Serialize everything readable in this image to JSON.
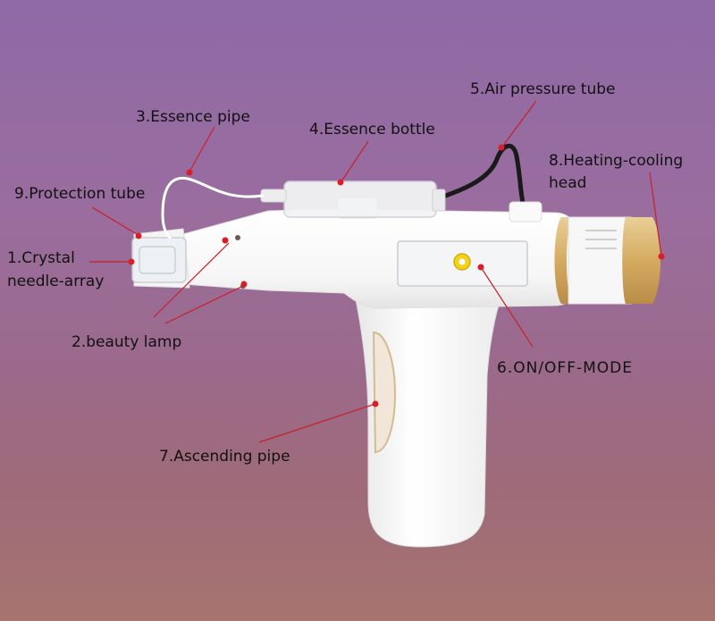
{
  "labels": {
    "crystal_needle_array_line1": "1.Crystal",
    "crystal_needle_array_line2": "needle-array",
    "beauty_lamp": "2.beauty lamp",
    "essence_pipe": "3.Essence pipe",
    "essence_bottle": "4.Essence bottle",
    "air_pressure_tube": "5.Air pressure tube",
    "on_off_mode": "6.ON/OFF-MODE",
    "ascending_pipe": "7.Ascending pipe",
    "heating_cooling_head_line1": "8.Heating-cooling",
    "heating_cooling_head_line2": "head",
    "protection_tube": "9.Protection tube"
  },
  "colors": {
    "callout": "#d81e28",
    "device_body": "#fbfbfb",
    "gold_accent": "#d9b26b",
    "button": "#f2d21a"
  }
}
